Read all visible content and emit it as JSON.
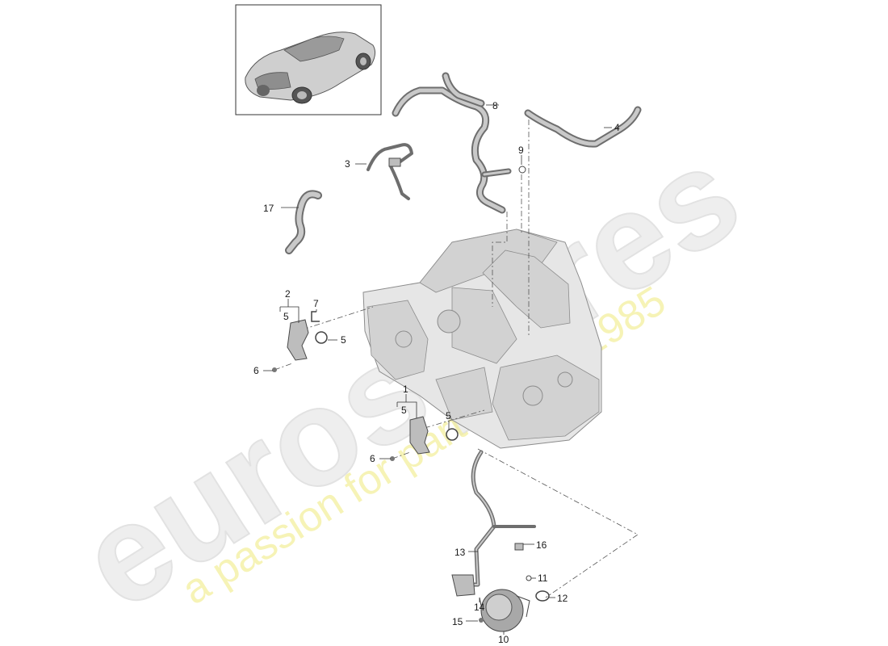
{
  "watermark": {
    "brand": "eurospares",
    "tagline": "a passion for parts since 1985"
  },
  "callouts": {
    "c1": "1",
    "c2": "2",
    "c3": "3",
    "c4": "4",
    "c5a": "5",
    "c5b": "5",
    "c5c": "5",
    "c5d": "5",
    "c6a": "6",
    "c6b": "6",
    "c7": "7",
    "c8": "8",
    "c9": "9",
    "c10": "10",
    "c11": "11",
    "c12": "12",
    "c13": "13",
    "c14": "14",
    "c15": "15",
    "c16": "16",
    "c17": "17"
  },
  "colors": {
    "line": "#333333",
    "part": "#bdbdbd",
    "engine": "#e6e6e6",
    "watermark_text": "#f3ef9e"
  }
}
